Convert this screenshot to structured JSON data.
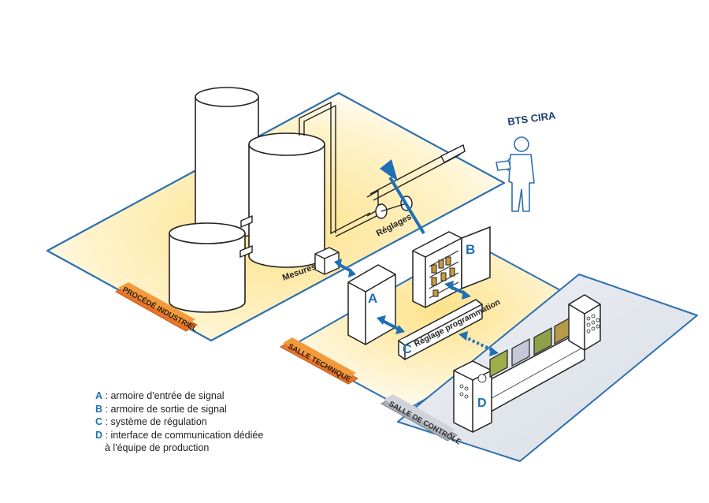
{
  "zones": {
    "procede": "PROCÉDÉ INDUSTRIEL",
    "technique": "SALLE TECHNIQUE",
    "controle": "SALLE DE CONTRÔLE"
  },
  "labels": {
    "operator": "BTS CIRA",
    "mesures": "Mesures",
    "reglages": "Réglages",
    "reglage_prog": "Réglage programmation",
    "cabinet_a": "A",
    "cabinet_b": "B",
    "reg_c": "C",
    "console_d": "D"
  },
  "legend": [
    {
      "key": "A",
      "sep": " : ",
      "text": "armoire d'entrée de signal"
    },
    {
      "key": "B",
      "sep": " : ",
      "text": "armoire de sortie de signal"
    },
    {
      "key": "C",
      "sep": " : ",
      "text": "système de régulation"
    },
    {
      "key": "D",
      "sep": " : ",
      "text": "interface de communication dédiée",
      "cont": "à l'équipe de production"
    }
  ],
  "colors": {
    "accent_blue": "#1f6fb5",
    "orange_tag": "#f07f22",
    "yellow_floor": "#fde9a8",
    "grey_floor": "#dfe3ea",
    "grey_tag": "#c9cdd4"
  }
}
